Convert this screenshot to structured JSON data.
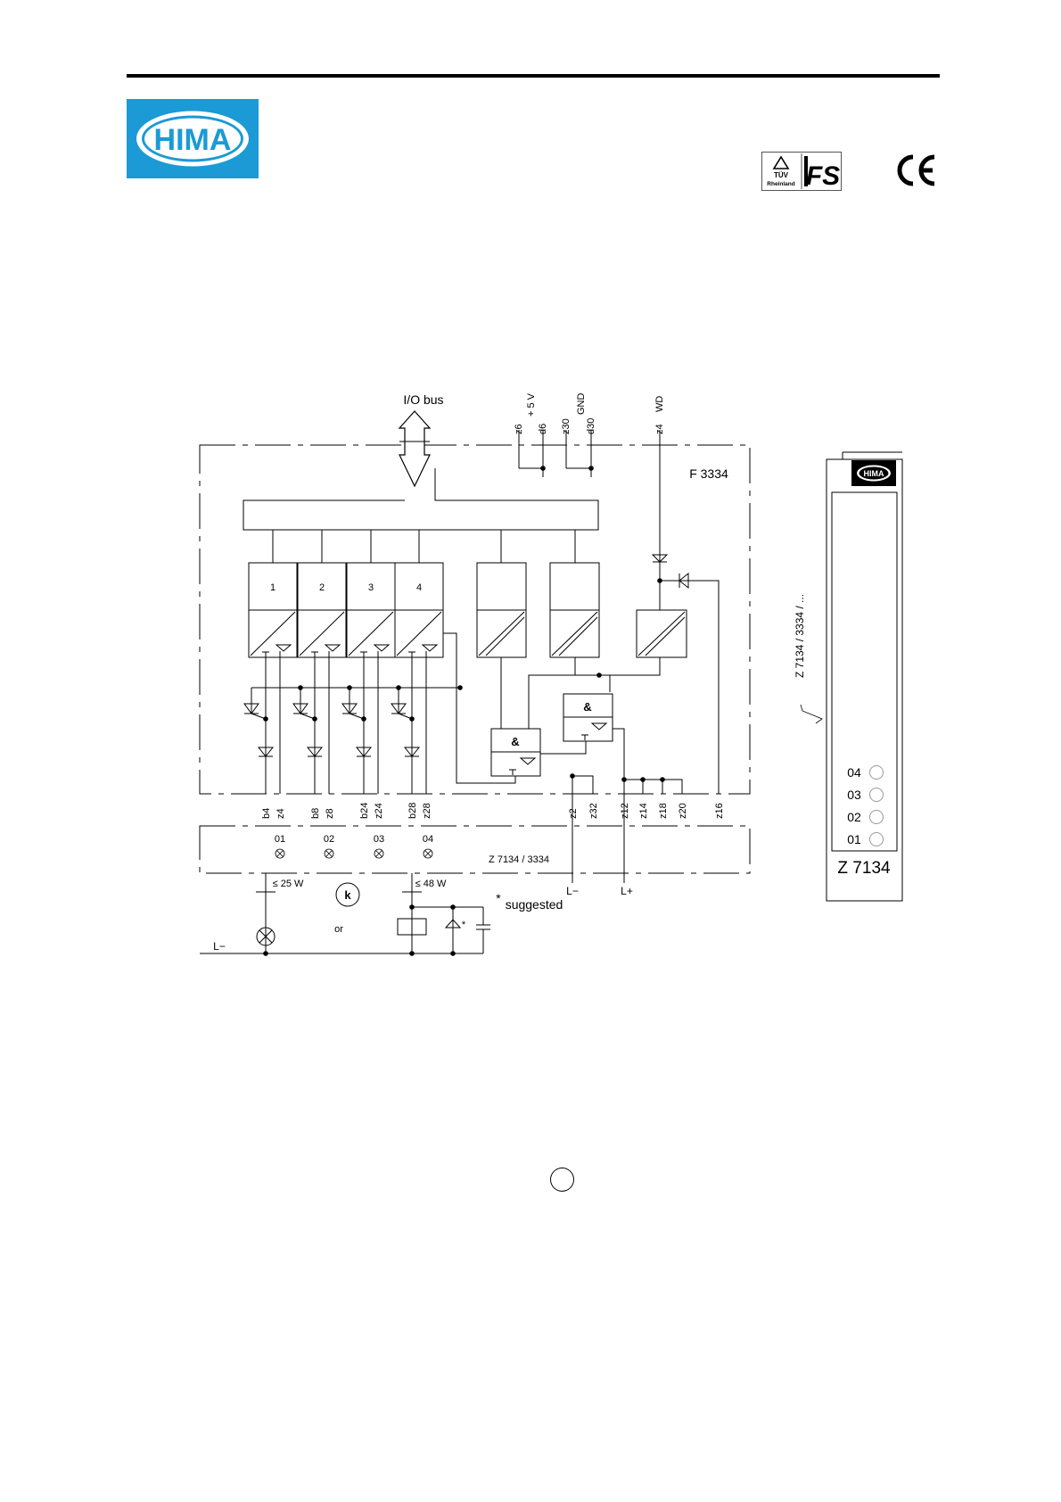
{
  "header": {
    "logo_text": "HIMA",
    "cert_mark": {
      "tuv_label": "TÜV",
      "tuv_sub": "Rheinland",
      "fs_label": "FS"
    },
    "ce_mark": "CE"
  },
  "module": {
    "name": "F 3334",
    "io_bus_label": "I/O bus",
    "bus_pins": [
      "z6",
      "d6",
      "z30",
      "d30",
      "z4"
    ],
    "supply_labels": [
      "+ 5 V",
      "GND",
      "WD"
    ],
    "channels": [
      "1",
      "2",
      "3",
      "4"
    ],
    "and_gate_label": "&",
    "output_pins": [
      "b4",
      "z4",
      "b8",
      "z8",
      "b24",
      "z24",
      "b28",
      "z28",
      "z2",
      "z32",
      "z12",
      "z14",
      "z18",
      "z20",
      "z16"
    ]
  },
  "cable_plug": {
    "name": "Z 7134 / 3334",
    "outputs": [
      "01",
      "02",
      "03",
      "04"
    ],
    "minus_label": "L−",
    "plus_label": "L+"
  },
  "load_examples": {
    "lamp_rating": "≤ 25 W",
    "relay_rating": "≤ 48 W",
    "k_label": "k",
    "or_label": "or",
    "suggested_note": "suggested",
    "asterisk": "*",
    "lminus_label": "L−"
  },
  "front_panel": {
    "logo_text": "HIMA",
    "side_label": "Z 7134 / 3334 / ...",
    "leds": [
      "04",
      "03",
      "02",
      "01"
    ],
    "plate_label": "Z 7134"
  }
}
